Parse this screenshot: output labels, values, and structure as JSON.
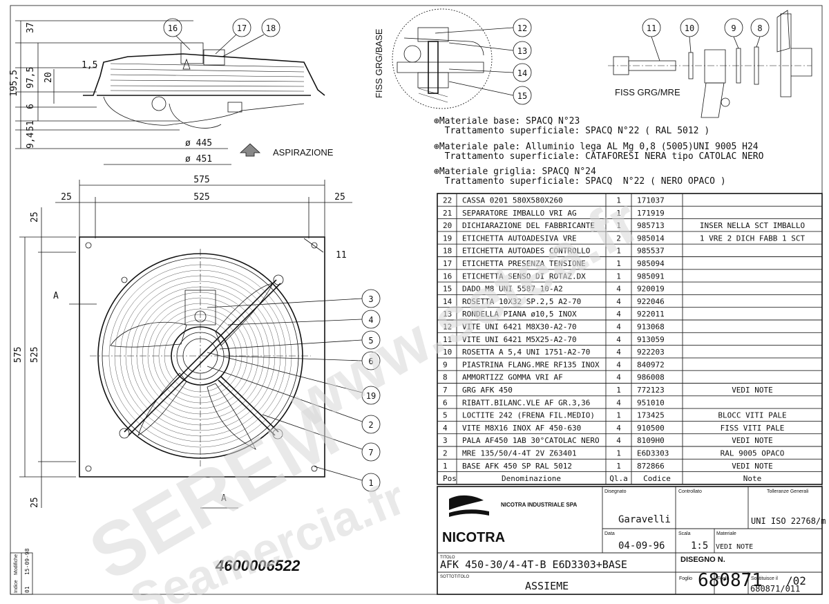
{
  "side_view": {
    "dims": [
      "37",
      "195,5",
      "97,5",
      "20",
      "1,5",
      "6",
      "51",
      "9,4"
    ],
    "diam_445": "ø 445",
    "diam_451": "ø 451",
    "aspirazione": "ASPIRAZIONE"
  },
  "front_view": {
    "dim_575_top": "575",
    "dim_525_top": "525",
    "dim_25_a": "25",
    "dim_25_b": "25",
    "dim_575_left": "575",
    "dim_525_left": "525",
    "dim_25_c": "25",
    "dim_25_d": "25",
    "dim_11": "11",
    "section_a1": "A",
    "section_a2": "A"
  },
  "balloons": [
    "16",
    "17",
    "18",
    "12",
    "13",
    "14",
    "15",
    "11",
    "10",
    "9",
    "8",
    "3",
    "4",
    "5",
    "6",
    "19",
    "2",
    "7",
    "1"
  ],
  "labels": {
    "fiss_grg_base": "FISS GRG/BASE",
    "fiss_grg_mre": "FISS  GRG/MRE"
  },
  "notes": [
    "⊕Materiale base: SPACQ N°23",
    "  Trattamento superficiale: SPACQ N°22 ( RAL 5012 )",
    "⊕Materiale pale: Alluminio lega AL Mg 0,8 (5005)UNI 9005 H24",
    "  Trattamento superficiale: CATAFORESI NERA tipo CATOLAC NERO",
    "⊕Materiale griglia: SPACQ N°24",
    "  Trattamento superficiale: SPACQ  N°22 ( NERO OPACO )"
  ],
  "bom": {
    "headers": [
      "Pos",
      "Denominazione",
      "Ql.a",
      "Codice",
      "Note"
    ],
    "rows": [
      [
        "22",
        "CASSA 0201 580X580X260",
        "1",
        "171037",
        ""
      ],
      [
        "21",
        "SEPARATORE IMBALLO VRI AG",
        "1",
        "171919",
        ""
      ],
      [
        "20",
        "DICHIARAZIONE DEL FABBRICANTE",
        "1",
        "985713",
        "INSER NELLA SCT IMBALLO"
      ],
      [
        "19",
        "ETICHETTA AUTOADESIVA VRE",
        "2",
        "985014",
        "1 VRE 2 DICH FABB 1 SCT"
      ],
      [
        "18",
        "ETICHETTA AUTOADES CONTROLLO",
        "1",
        "985537",
        ""
      ],
      [
        "17",
        "ETICHETTA PRESENZA TENSIONE",
        "1",
        "985094",
        ""
      ],
      [
        "16",
        "ETICHETTA SENSO DI ROTAZ.DX",
        "1",
        "985091",
        ""
      ],
      [
        "15",
        "DADO M8 UNI 5587 10-A2",
        "4",
        "920019",
        ""
      ],
      [
        "14",
        "ROSETTA 10X32 SP.2,5 A2-70",
        "4",
        "922046",
        ""
      ],
      [
        "13",
        "RONDELLA PIANA ø10,5 INOX",
        "4",
        "922011",
        ""
      ],
      [
        "12",
        "VITE UNI 6421 M8X30-A2-70",
        "4",
        "913068",
        ""
      ],
      [
        "11",
        "VITE UNI 6421 M5X25-A2-70",
        "4",
        "913059",
        ""
      ],
      [
        "10",
        "ROSETTA A 5,4 UNI 1751-A2-70",
        "4",
        "922203",
        ""
      ],
      [
        "9",
        "PIASTRINA FLANG.MRE RF135 INOX",
        "4",
        "840972",
        ""
      ],
      [
        "8",
        "AMMORTIZZ GOMMA VRI AF",
        "4",
        "986008",
        ""
      ],
      [
        "7",
        "GRG AFK 450",
        "1",
        "772123",
        "VEDI NOTE"
      ],
      [
        "6",
        "RIBATT.BILANC.VLE AF GR.3,36",
        "4",
        "951010",
        ""
      ],
      [
        "5",
        "LOCTITE 242 (FRENA FIL.MEDIO)",
        "1",
        "173425",
        "BLOCC VITI PALE"
      ],
      [
        "4",
        "VITE M8X16 INOX AF 450-630",
        "4",
        "910500",
        "FISS VITI PALE"
      ],
      [
        "3",
        "PALA AF450 1AB 30°CATOLAC NERO",
        "4",
        "8109H0",
        "VEDI NOTE"
      ],
      [
        "2",
        "MRE 135/50/4-4T 2V Z63401",
        "1",
        "E6D3303",
        "RAL 9005 OPACO"
      ],
      [
        "1",
        "BASE AFK 450 SP RAL 5012",
        "1",
        "872866",
        "VEDI NOTE"
      ]
    ]
  },
  "title_block": {
    "company": "NICOTRA INDUSTRIALE SPA",
    "logo": "NICOTRA",
    "disegnato_label": "Disegnato",
    "disegnato": "Garavelli",
    "controllato_label": "Controllato",
    "tolleranze_label": "Tolleranze Generali",
    "tolleranze": "UNI ISO 22768/m",
    "data_label": "Data",
    "data": "04-09-96",
    "scala_label": "Scala",
    "scala": "1:5",
    "materiale_label": "Materiale",
    "materiale": "VEDI NOTE",
    "titolo_label": "TITOLO",
    "titolo": "AFK 450-30/4-4T-B E6D3303+BASE",
    "sottotitolo_label": "SOTTOTITOLO",
    "sottotitolo": "ASSIEME",
    "disegno_label": "DISEGNO N.",
    "disegno": "680871",
    "revisione": "/02",
    "foglio_label": "Foglio",
    "fogli_label": "Fogli",
    "sostituisce_label": "Sostituisce il",
    "sostituisce": "680871/011"
  },
  "revision_block": {
    "indice_label": "Indice",
    "modifiche_label": "Modifiche",
    "indice": "01",
    "data": "15-09-98"
  },
  "part_number": "4600006522",
  "watermark": {
    "line1": "www.setea.fr",
    "line2": "SEREM",
    "line3": "Seamercia.fr"
  }
}
